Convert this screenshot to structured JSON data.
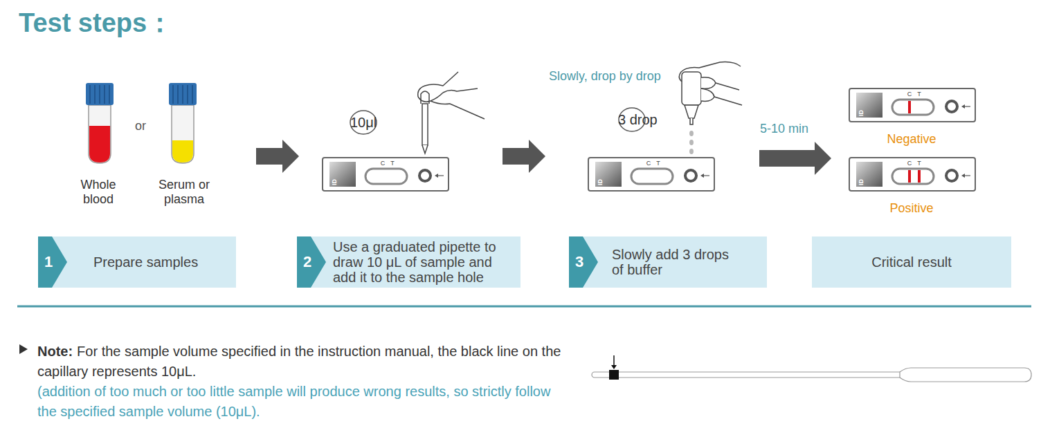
{
  "diagram": {
    "title": "Test steps：",
    "nodes": [
      {
        "text": [
          "10μl"
        ]
      },
      {
        "text": [
          "3 drop"
        ]
      },
      {
        "text": [
          "1",
          "Prepare samples"
        ]
      },
      {
        "text": [
          "2",
          "Use a graduated pipette to draw 10 μL of sample and add it to the sample hole"
        ]
      },
      {
        "text": [
          "3",
          "Slowly add 3 drops of buffer"
        ]
      },
      {
        "text": [
          "Critical result"
        ]
      }
    ],
    "labels": [
      "Whole blood",
      "or",
      "Serum or plasma",
      "Slowly, drop by drop",
      "5-10 min",
      "Negative",
      "Positive",
      "C",
      "T",
      "ID",
      "C",
      "T",
      "ID",
      "C",
      "T",
      "ID",
      "C",
      "T",
      "ID",
      "Note:",
      "For the sample volume specified in the instruction manual, the black line on the capillary represents 10μL.",
      "(addition of too much or too little sample will produce wrong results, so strictly follow the specified sample volume (10μL)."
    ]
  }
}
